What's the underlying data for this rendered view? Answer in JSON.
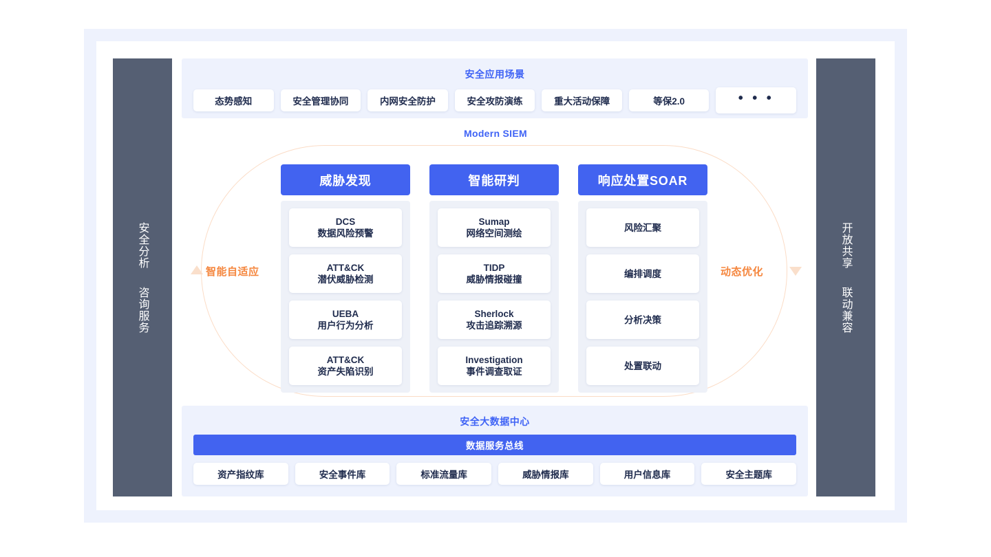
{
  "diagram": {
    "title": "Modern SIEM",
    "colors": {
      "accent_blue": "#4263f0",
      "label_blue": "#3f63f5",
      "panel_bg": "#eef2fd",
      "pillar_bg": "#555f73",
      "capsule_outline": "#fbdcc6",
      "note_orange": "#f5873f",
      "card_text": "#1f2b4d"
    }
  },
  "left_pillar": {
    "lines": [
      "安全分析",
      "咨询服务"
    ]
  },
  "right_pillar": {
    "lines": [
      "开放共享",
      "联动兼容"
    ]
  },
  "scenarios": {
    "title": "安全应用场景",
    "items": [
      {
        "label": "态势感知"
      },
      {
        "label": "安全管理协同"
      },
      {
        "label": "内网安全防护"
      },
      {
        "label": "安全攻防演练"
      },
      {
        "label": "重大活动保障"
      },
      {
        "label": "等保2.0"
      },
      {
        "label": "• • •"
      }
    ]
  },
  "capsule": {
    "left_note": "智能自适应",
    "right_note": "动态优化",
    "left_arrow": "arrow-up-icon",
    "right_arrow": "arrow-down-icon"
  },
  "columns": [
    {
      "head": "威胁发现",
      "cards": [
        {
          "en": "DCS",
          "zh": "数据风险预警"
        },
        {
          "en": "ATT&CK",
          "zh": "潜伏威胁检测"
        },
        {
          "en": "UEBA",
          "zh": "用户行为分析"
        },
        {
          "en": "ATT&CK",
          "zh": "资产失陷识别"
        }
      ]
    },
    {
      "head": "智能研判",
      "cards": [
        {
          "en": "Sumap",
          "zh": "网络空间测绘"
        },
        {
          "en": "TIDP",
          "zh": "威胁情报碰撞"
        },
        {
          "en": "Sherlock",
          "zh": "攻击追踪溯源"
        },
        {
          "en": "Investigation",
          "zh": "事件调查取证"
        }
      ]
    },
    {
      "head": "响应处置SOAR",
      "cards": [
        {
          "en": "",
          "zh": "风险汇聚"
        },
        {
          "en": "",
          "zh": "编排调度"
        },
        {
          "en": "",
          "zh": "分析决策"
        },
        {
          "en": "",
          "zh": "处置联动"
        }
      ]
    }
  ],
  "data_center": {
    "title": "安全大数据中心",
    "bus": "数据服务总线",
    "stores": [
      {
        "label": "资产指纹库"
      },
      {
        "label": "安全事件库"
      },
      {
        "label": "标准流量库"
      },
      {
        "label": "威胁情报库"
      },
      {
        "label": "用户信息库"
      },
      {
        "label": "安全主题库"
      }
    ]
  }
}
